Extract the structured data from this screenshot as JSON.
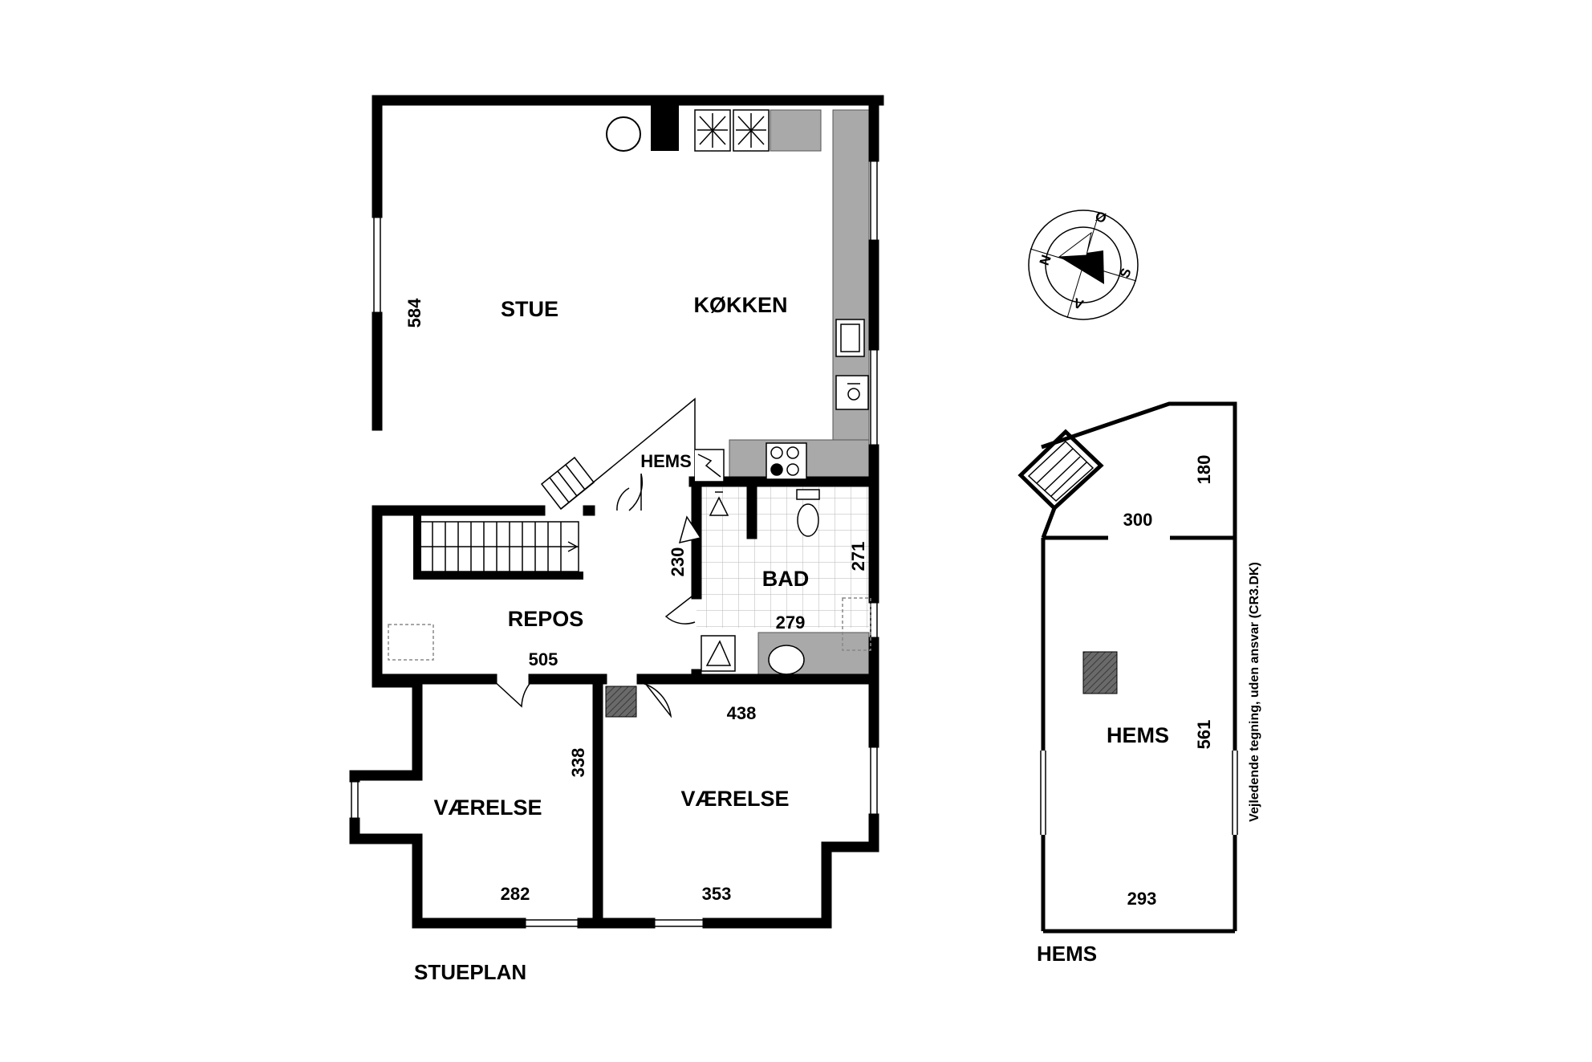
{
  "plans": {
    "ground": {
      "name": "STUEPLAN",
      "rooms": {
        "stue": "STUE",
        "kokken": "KØKKEN",
        "hems": "HEMS",
        "bad": "BAD",
        "repos": "REPOS",
        "vaerelse_left": "VÆRELSE",
        "vaerelse_right": "VÆRELSE"
      },
      "dimensions": {
        "stue_height": "584",
        "repos_door_height": "230",
        "bad_height": "271",
        "bad_width": "279",
        "repos_width": "505",
        "bedroom_top_width": "438",
        "left_bedroom_height": "338",
        "left_bedroom_width": "282",
        "right_bedroom_width": "353"
      }
    },
    "loft": {
      "name": "HEMS",
      "rooms": {
        "hems": "HEMS"
      },
      "dimensions": {
        "top_width": "300",
        "top_height": "180",
        "main_height": "561",
        "main_width": "293"
      }
    }
  },
  "compass": {
    "n": "N",
    "o": "Ø",
    "s": "S",
    "v": "V"
  },
  "disclaimer": "Vejledende tegning, uden ansvar (CR3.DK)",
  "colors": {
    "wall": "#000000",
    "counter": "#a9a9a9",
    "hatch": "#555555"
  }
}
